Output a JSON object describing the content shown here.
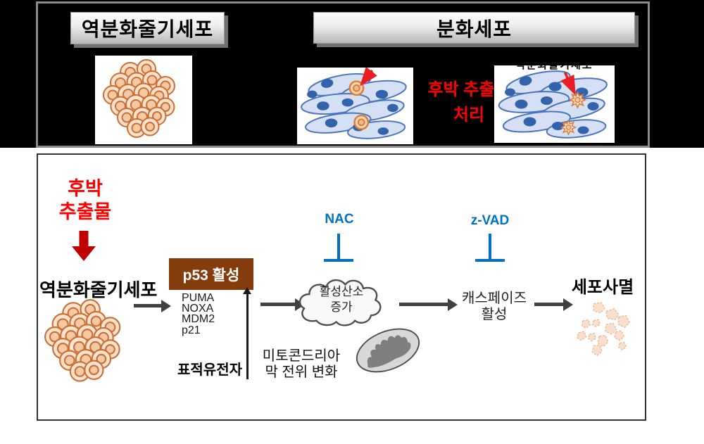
{
  "top": {
    "left_label": "역분화줄기세포",
    "right_label": "분화세포",
    "treatment_line1": "후박 추출물",
    "treatment_line2": "처리",
    "clipped_caption": "역분화줄기세포"
  },
  "pathway": {
    "extract_line1": "후박",
    "extract_line2": "추출물",
    "stem_cell_label": "역분화줄기세포",
    "p53_box_label": "p53 활성",
    "target_genes": [
      "PUMA",
      "NOXA",
      "MDM2",
      "p21"
    ],
    "target_genes_label": "표적유전자",
    "ros_line1": "활성산소",
    "ros_line2": "증가",
    "mito_line1": "미토콘드리아",
    "mito_line2": "막 전위 변화",
    "nac_label": "NAC",
    "zvad_label": "z-VAD",
    "caspase_line1": "캐스페이즈",
    "caspase_line2": "활성",
    "death_label": "세포사멸"
  },
  "icons": {
    "stem_cluster": "stem-cell-cluster-icon",
    "differentiated_cells": "differentiated-cells-icon",
    "ros_cloud": "ros-cloud-icon",
    "mitochondria": "mitochondria-icon",
    "apoptotic_bodies": "apoptotic-bodies-icon"
  },
  "colors": {
    "bright_red": "#FF0000",
    "dark_red": "#C00000",
    "inhibitor_blue": "#0070C0",
    "p53_brown": "#843C0C",
    "cell_orange": "#C96F33",
    "cell_blue": "#4A74BC"
  }
}
